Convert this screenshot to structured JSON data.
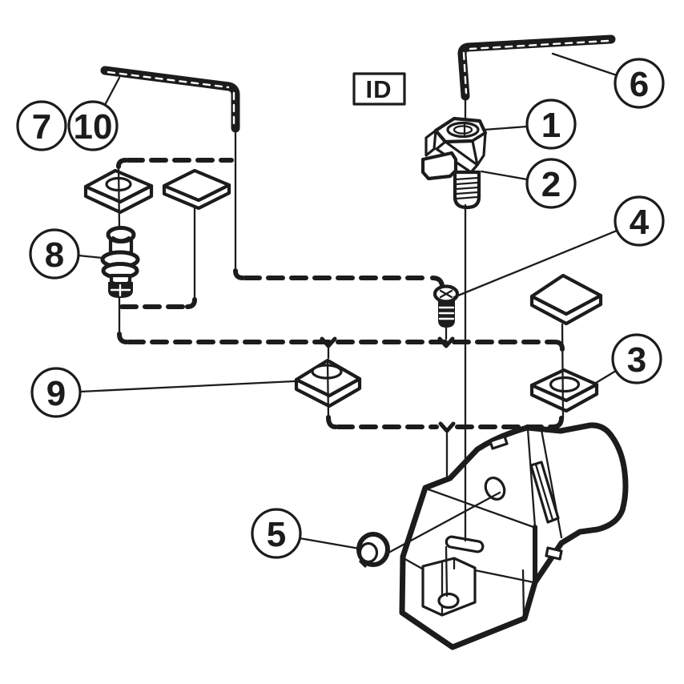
{
  "colors": {
    "ink": "#1c1c1c",
    "paper": "#ffffff"
  },
  "id_box": {
    "label": "ID"
  },
  "callouts": {
    "c1": {
      "label": "1"
    },
    "c2": {
      "label": "2"
    },
    "c3": {
      "label": "3"
    },
    "c4": {
      "label": "4"
    },
    "c5": {
      "label": "5"
    },
    "c6": {
      "label": "6"
    },
    "c7": {
      "label": "7"
    },
    "c8": {
      "label": "8"
    },
    "c9": {
      "label": "9"
    },
    "c10": {
      "label": "10"
    }
  }
}
